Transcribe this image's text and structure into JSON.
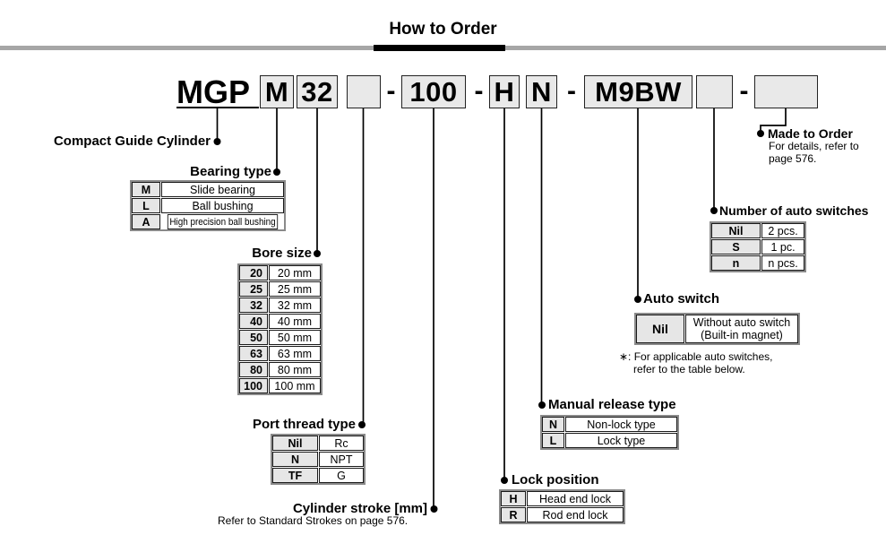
{
  "page": {
    "title": "How to Order"
  },
  "model_code": {
    "prefix": "MGP",
    "dash": "-",
    "bearing": "M",
    "bore": "32",
    "port": "",
    "stroke": "100",
    "lock": "H",
    "release": "N",
    "switch": "M9BW",
    "qty": "",
    "made": ""
  },
  "labels": {
    "compact": "Compact Guide Cylinder",
    "made_title": "Made to Order",
    "made_note1": "For details, refer to",
    "made_note2": "page 576."
  },
  "tables": {
    "bearing": {
      "title": "Bearing type",
      "rows": [
        {
          "code": "M",
          "desc": "Slide bearing"
        },
        {
          "code": "L",
          "desc": "Ball bushing"
        },
        {
          "code": "A",
          "desc": "High precision ball bushing",
          "small": true
        }
      ]
    },
    "bore": {
      "title": "Bore size",
      "rows": [
        {
          "code": "20",
          "desc": "20 mm"
        },
        {
          "code": "25",
          "desc": "25 mm"
        },
        {
          "code": "32",
          "desc": "32 mm"
        },
        {
          "code": "40",
          "desc": "40 mm"
        },
        {
          "code": "50",
          "desc": "50 mm"
        },
        {
          "code": "63",
          "desc": "63 mm"
        },
        {
          "code": "80",
          "desc": "80 mm"
        },
        {
          "code": "100",
          "desc": "100 mm"
        }
      ]
    },
    "port": {
      "title": "Port thread type",
      "rows": [
        {
          "code": "Nil",
          "desc": "Rc"
        },
        {
          "code": "N",
          "desc": "NPT"
        },
        {
          "code": "TF",
          "desc": "G"
        }
      ]
    },
    "stroke": {
      "title": "Cylinder stroke [mm]",
      "note": "Refer to Standard Strokes on page 576."
    },
    "lock": {
      "title": "Lock position",
      "rows": [
        {
          "code": "H",
          "desc": "Head end lock"
        },
        {
          "code": "R",
          "desc": "Rod end lock"
        }
      ]
    },
    "manual": {
      "title": "Manual release type",
      "rows": [
        {
          "code": "N",
          "desc": "Non-lock type"
        },
        {
          "code": "L",
          "desc": "Lock type"
        }
      ]
    },
    "auto": {
      "title": "Auto switch",
      "rows": [
        {
          "code": "Nil",
          "desc": "Without auto switch\n(Built-in magnet)"
        }
      ],
      "note1": "∗: For applicable auto switches,",
      "note2": "refer to the table below."
    },
    "qty": {
      "title": "Number of auto switches",
      "rows": [
        {
          "code": "Nil",
          "desc": "2 pcs."
        },
        {
          "code": "S",
          "desc": "1 pc."
        },
        {
          "code": "n",
          "desc": "n pcs."
        }
      ]
    }
  }
}
